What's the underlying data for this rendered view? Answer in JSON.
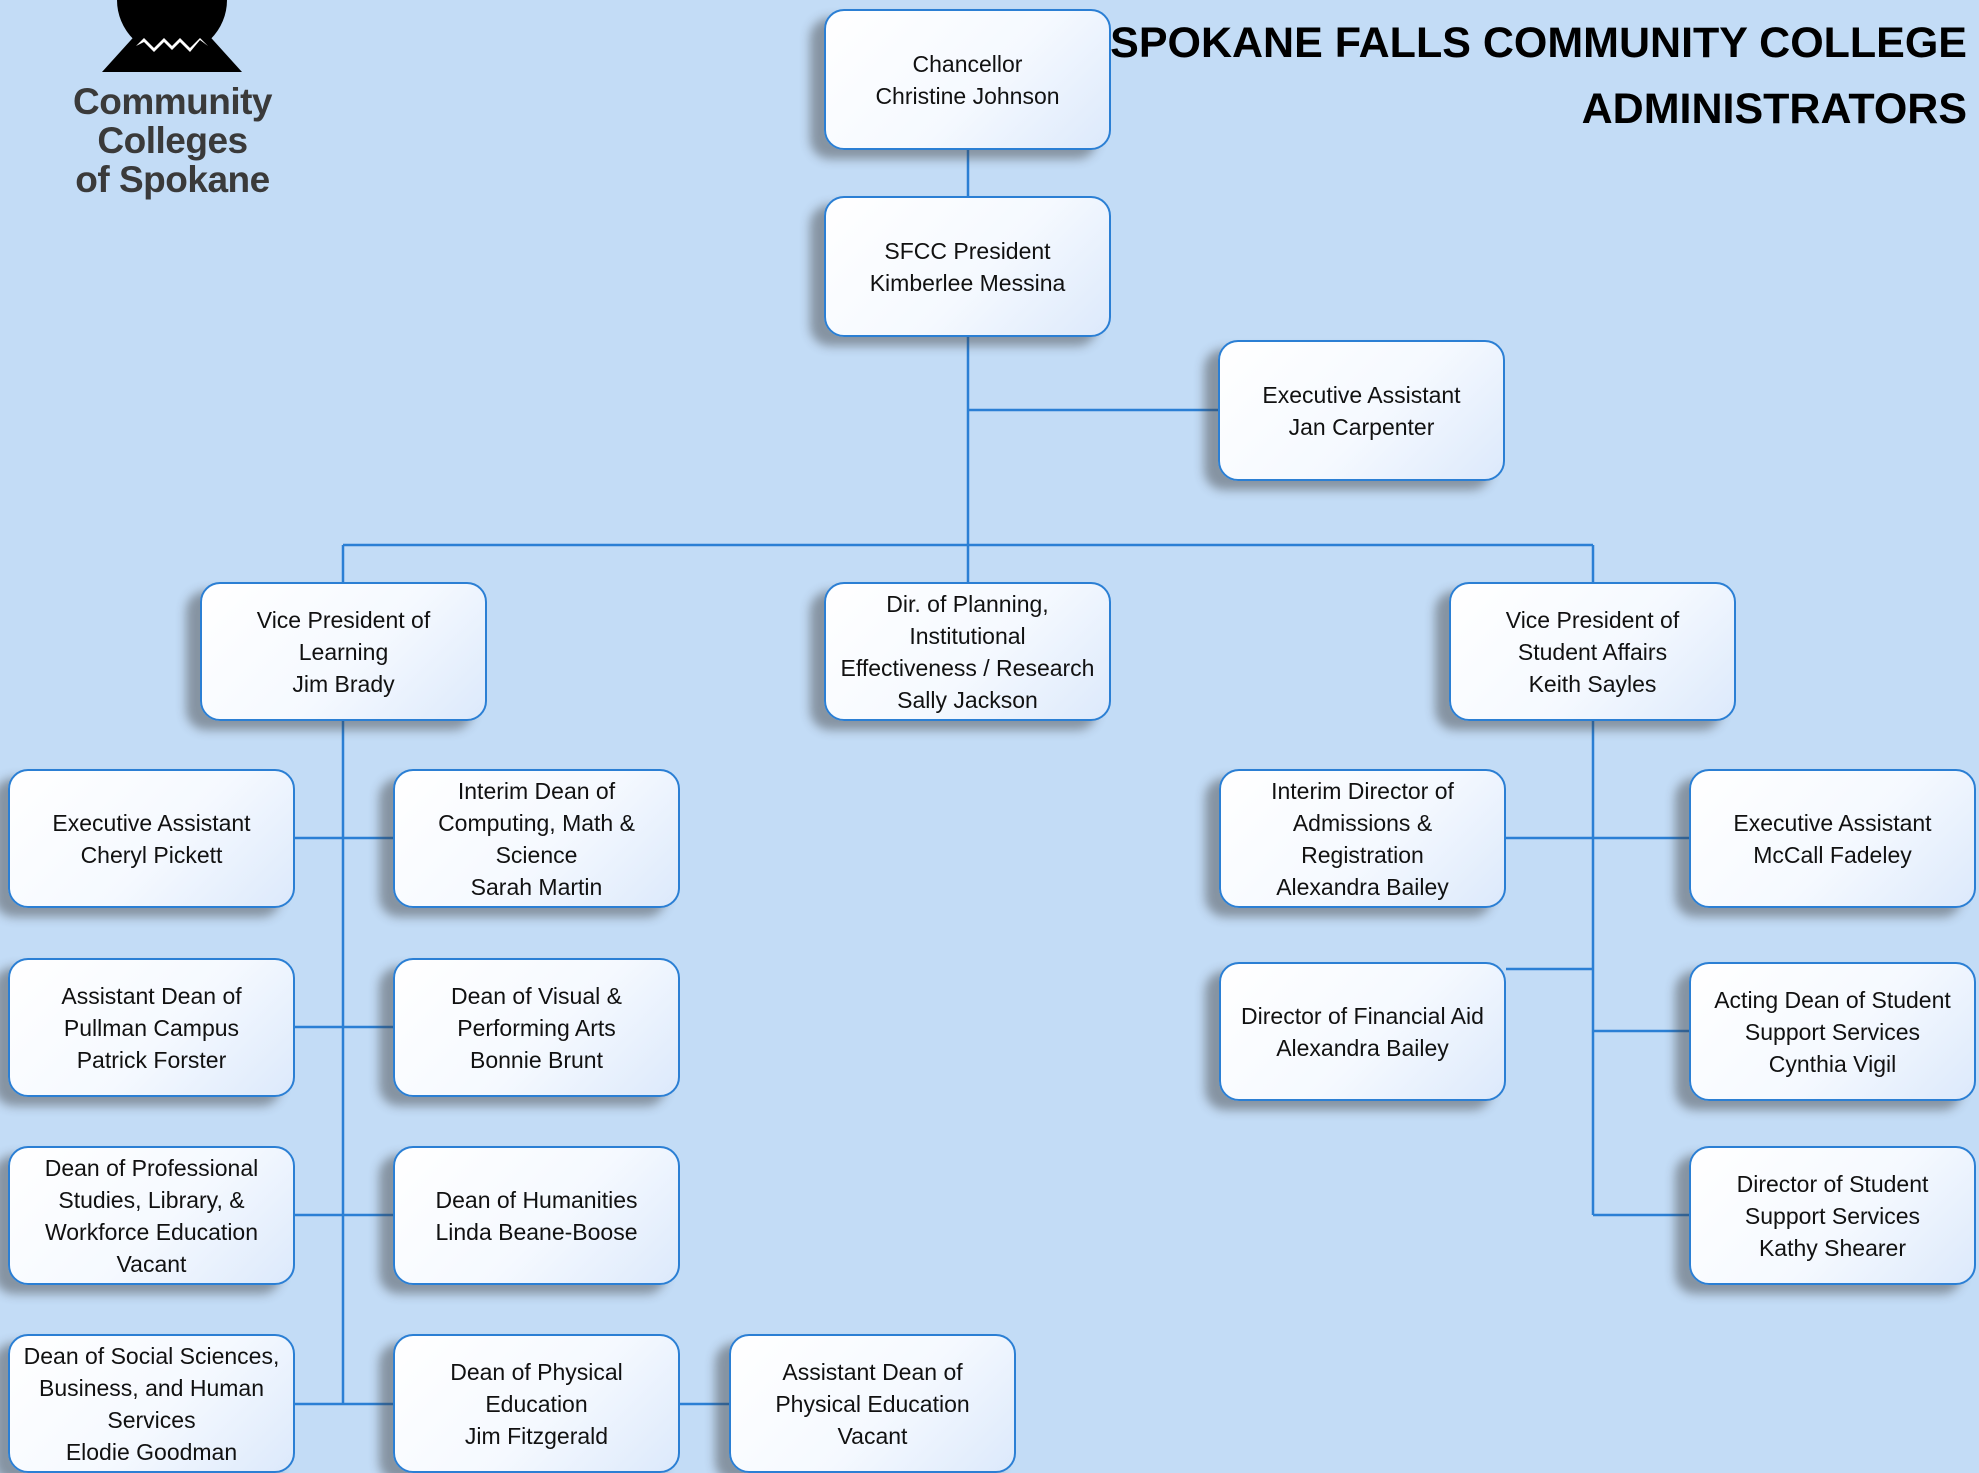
{
  "logo": {
    "name": "Community Colleges\nof Spokane"
  },
  "title": "SPOKANE FALLS COMMUNITY COLLEGE\nADMINISTRATORS",
  "colors": {
    "background": "#c3dcf6",
    "connector": "#2b7fd4",
    "box_border": "#2b7fd4"
  },
  "nodes": {
    "chancellor": "Chancellor\nChristine Johnson",
    "president": "SFCC President\nKimberlee Messina",
    "exec_assistant_president": "Executive Assistant\nJan Carpenter",
    "vp_learning": "Vice President of\nLearning\nJim Brady",
    "dir_planning": "Dir. of Planning,\nInstitutional\nEffectiveness / Research\nSally Jackson",
    "vp_student_affairs": "Vice President of\nStudent Affairs\nKeith Sayles",
    "exec_assistant_learning": "Executive Assistant\nCheryl Pickett",
    "dean_computing": "Interim Dean of\nComputing, Math &\nScience\nSarah Martin",
    "asst_dean_pullman": "Assistant Dean of\nPullman Campus\nPatrick Forster",
    "dean_visual_arts": "Dean of Visual &\nPerforming Arts\nBonnie Brunt",
    "dean_professional": "Dean of Professional\nStudies, Library, &\nWorkforce Education\nVacant",
    "dean_humanities": "Dean of Humanities\nLinda Beane-Boose",
    "dean_social_sciences": "Dean of Social Sciences,\nBusiness, and Human\nServices\nElodie Goodman",
    "dean_physical_ed": "Dean of Physical\nEducation\nJim Fitzgerald",
    "asst_dean_physical_ed": "Assistant Dean of\nPhysical Education\nVacant",
    "dir_admissions": "Interim Director of\nAdmissions &\nRegistration\nAlexandra Bailey",
    "exec_assistant_student": "Executive Assistant\nMcCall Fadeley",
    "dir_financial_aid": "Director of Financial Aid\nAlexandra Bailey",
    "acting_dean_student_support": "Acting Dean of Student\nSupport Services\nCynthia Vigil",
    "dir_student_support": "Director of Student\nSupport Services\nKathy Shearer"
  }
}
